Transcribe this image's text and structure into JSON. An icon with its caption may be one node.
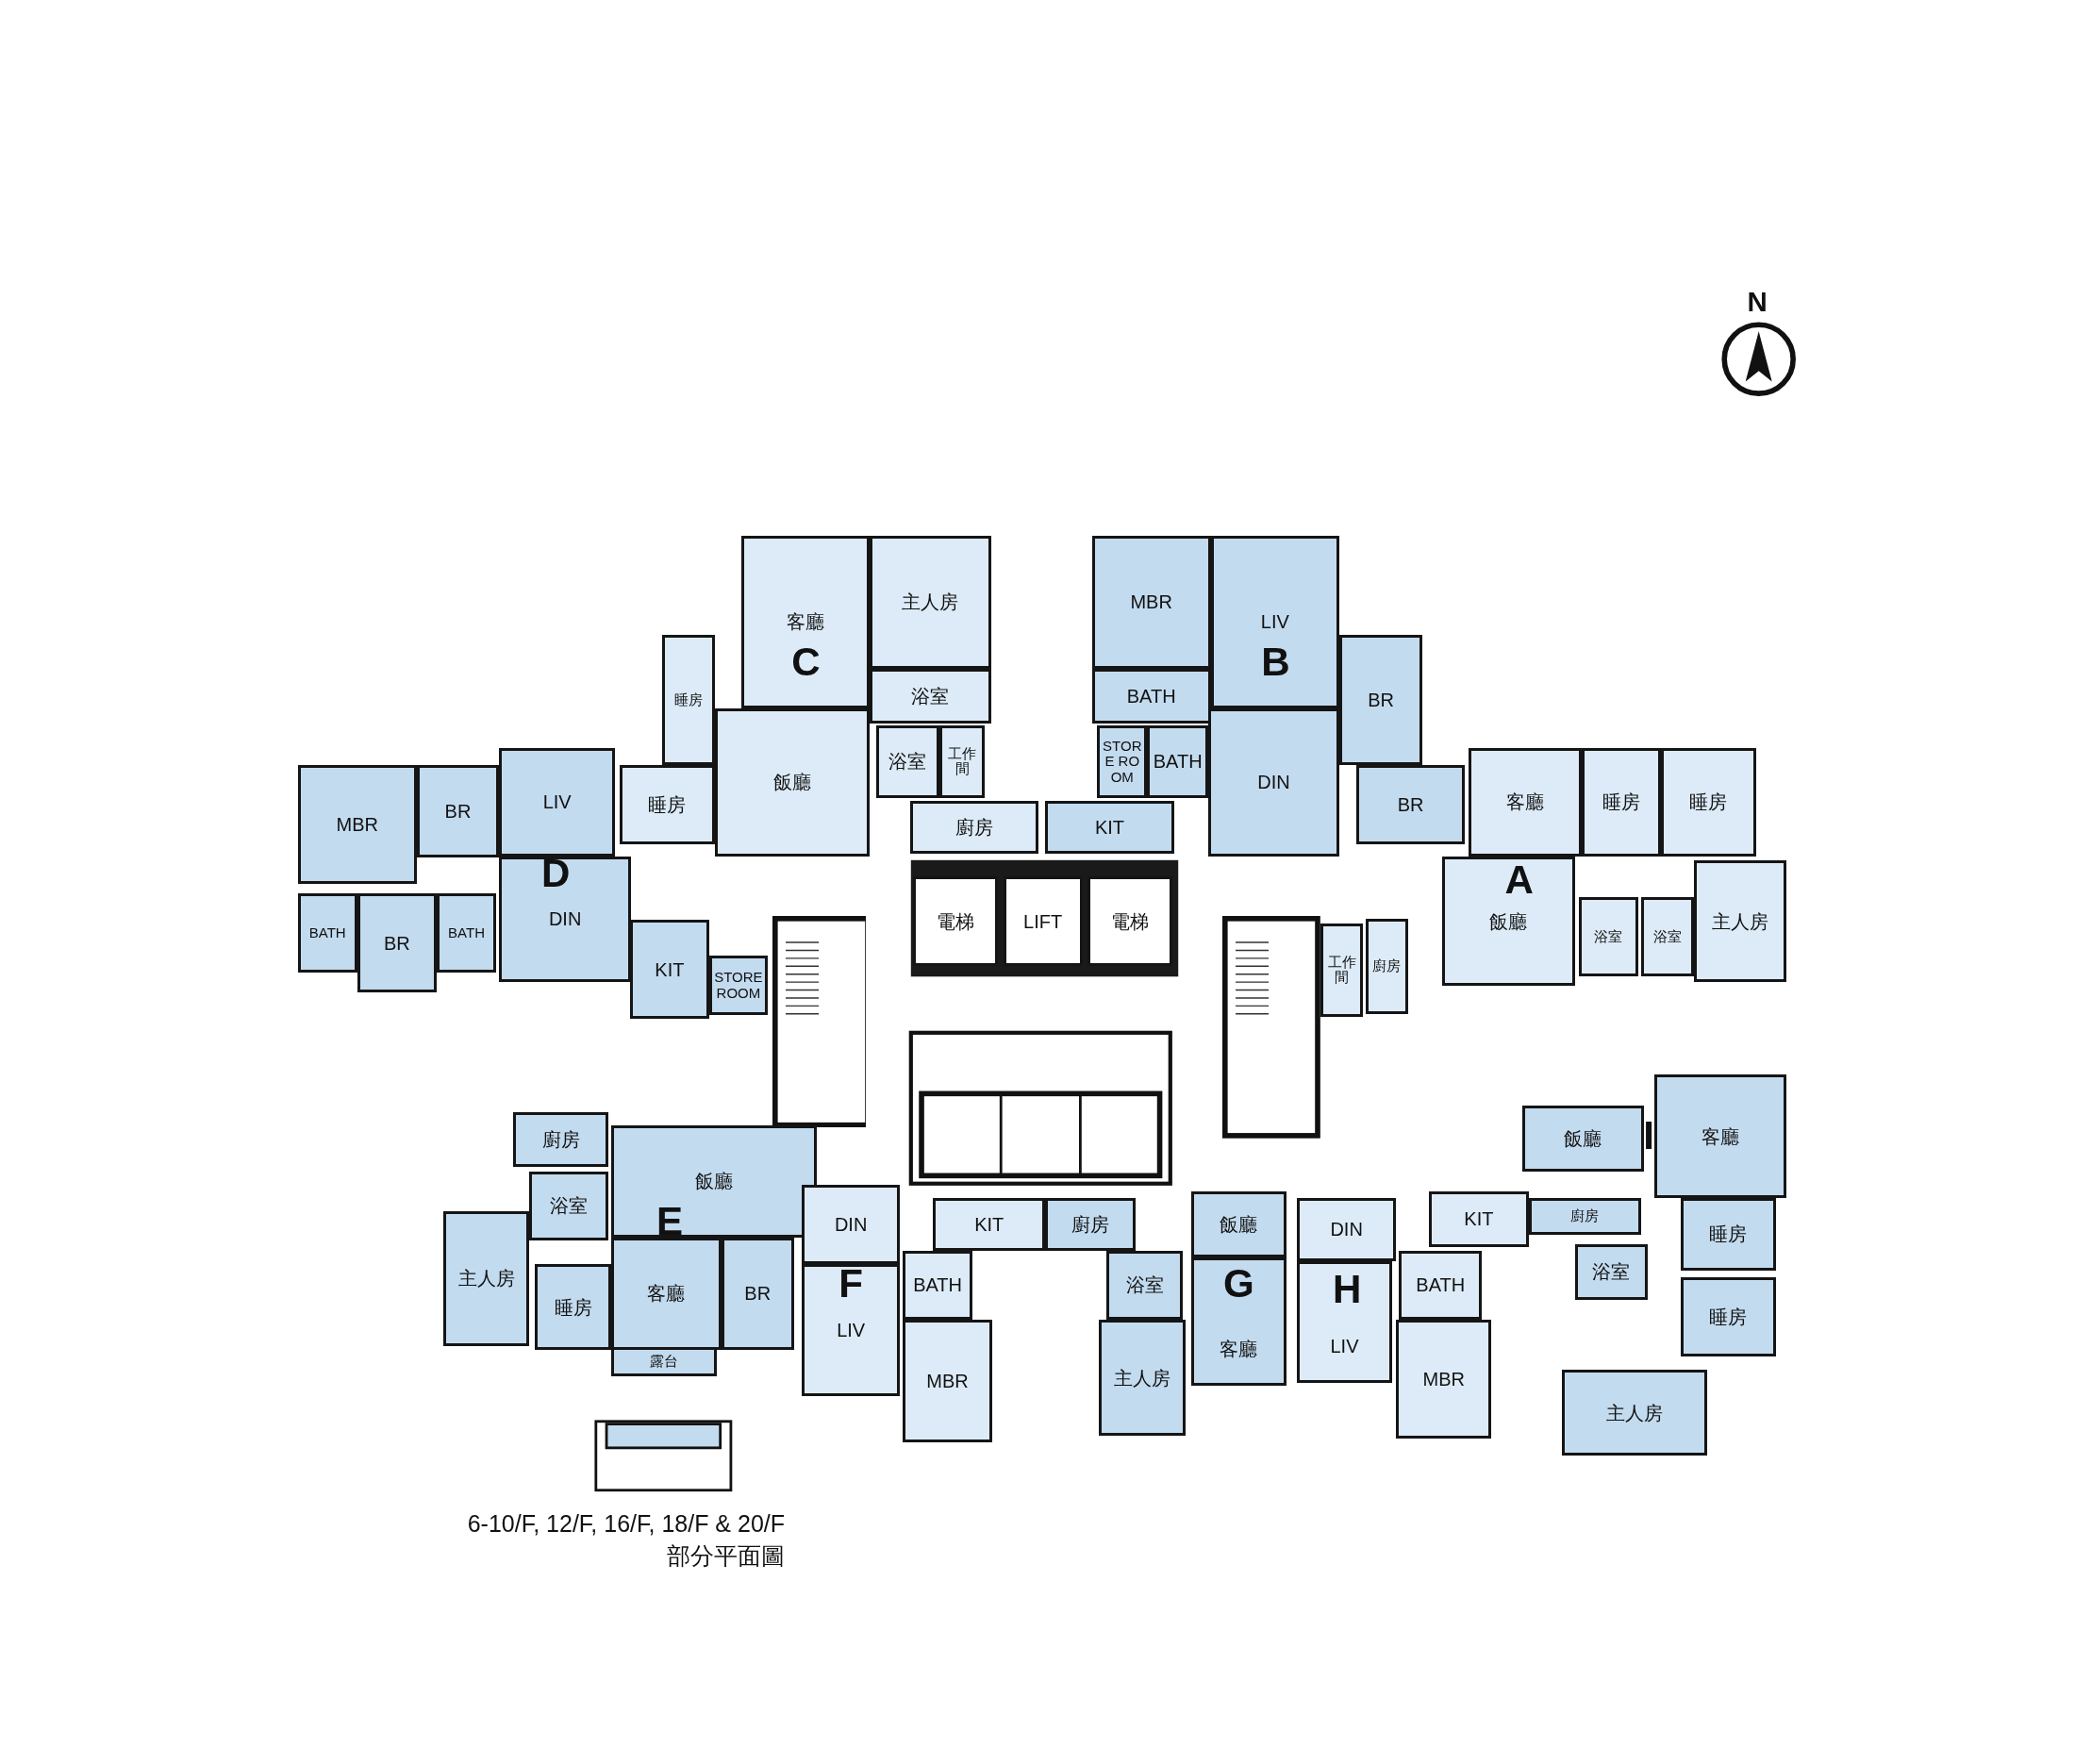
{
  "diagram": {
    "caption": "6-10/F, 12/F, 16/F, 18/F & 20/F 部分平面圖",
    "nodes": [
      {
        "text": [
          "客廳"
        ]
      },
      {
        "text": [
          "主人房"
        ]
      },
      {
        "text": [
          "MBR"
        ]
      },
      {
        "text": [
          "LIV"
        ]
      },
      {
        "text": [
          "浴室"
        ]
      },
      {
        "text": [
          "BATH"
        ]
      },
      {
        "text": [
          "睡房"
        ]
      },
      {
        "text": [
          "BR"
        ]
      },
      {
        "text": [
          "飯廳"
        ]
      },
      {
        "text": [
          "浴室"
        ]
      },
      {
        "text": [
          "工作間"
        ]
      },
      {
        "text": [
          "STORE ROOM"
        ]
      },
      {
        "text": [
          "BATH"
        ]
      },
      {
        "text": [
          "DIN"
        ]
      },
      {
        "text": [
          "MBR"
        ]
      },
      {
        "text": [
          "BR"
        ]
      },
      {
        "text": [
          "LIV"
        ]
      },
      {
        "text": [
          "睡房"
        ]
      },
      {
        "text": [
          "廚房"
        ]
      },
      {
        "text": [
          "KIT"
        ]
      },
      {
        "text": [
          "BR"
        ]
      },
      {
        "text": [
          "客廳"
        ]
      },
      {
        "text": [
          "睡房"
        ]
      },
      {
        "text": [
          "睡房"
        ]
      },
      {
        "text": [
          "DIN"
        ]
      },
      {
        "text": [
          "BATH"
        ]
      },
      {
        "text": [
          "BR"
        ]
      },
      {
        "text": [
          "BATH"
        ]
      },
      {
        "text": [
          "電梯"
        ]
      },
      {
        "text": [
          "LIFT"
        ]
      },
      {
        "text": [
          "電梯"
        ]
      },
      {
        "text": [
          "主人房"
        ]
      },
      {
        "text": [
          "飯廳"
        ]
      },
      {
        "text": [
          "浴室"
        ]
      },
      {
        "text": [
          "浴室"
        ]
      },
      {
        "text": [
          "KIT"
        ]
      },
      {
        "text": [
          "STORE ROOM"
        ]
      },
      {
        "text": [
          "工作間"
        ]
      },
      {
        "text": [
          "廚房"
        ]
      },
      {
        "text": [
          "飯廳"
        ]
      },
      {
        "text": [
          "客廳"
        ]
      },
      {
        "text": [
          "廚房"
        ]
      },
      {
        "text": [
          "飯廳"
        ]
      },
      {
        "text": [
          "浴室"
        ]
      },
      {
        "text": [
          "主人房"
        ]
      },
      {
        "text": [
          "睡房"
        ]
      },
      {
        "text": [
          "客廳"
        ]
      },
      {
        "text": [
          "BR"
        ]
      },
      {
        "text": [
          "露台"
        ]
      },
      {
        "text": [
          "DIN"
        ]
      },
      {
        "text": [
          "KIT"
        ]
      },
      {
        "text": [
          "廚房"
        ]
      },
      {
        "text": [
          "飯廳"
        ]
      },
      {
        "text": [
          "DIN"
        ]
      },
      {
        "text": [
          "KIT"
        ]
      },
      {
        "text": [
          "廚房"
        ]
      },
      {
        "text": [
          "睡房"
        ]
      },
      {
        "text": [
          "BATH"
        ]
      },
      {
        "text": [
          "浴室"
        ]
      },
      {
        "text": [
          "BATH"
        ]
      },
      {
        "text": [
          "浴室"
        ]
      },
      {
        "text": [
          "LIV"
        ]
      },
      {
        "text": [
          "客廳"
        ]
      },
      {
        "text": [
          "LIV"
        ]
      },
      {
        "text": [
          "睡房"
        ]
      },
      {
        "text": [
          "MBR"
        ]
      },
      {
        "text": [
          "主人房"
        ]
      },
      {
        "text": [
          "MBR"
        ]
      },
      {
        "text": [
          "主人房"
        ]
      }
    ],
    "labels": [
      "N",
      "C",
      "B",
      "D",
      "A",
      "E",
      "I",
      "F",
      "G",
      "H"
    ]
  }
}
